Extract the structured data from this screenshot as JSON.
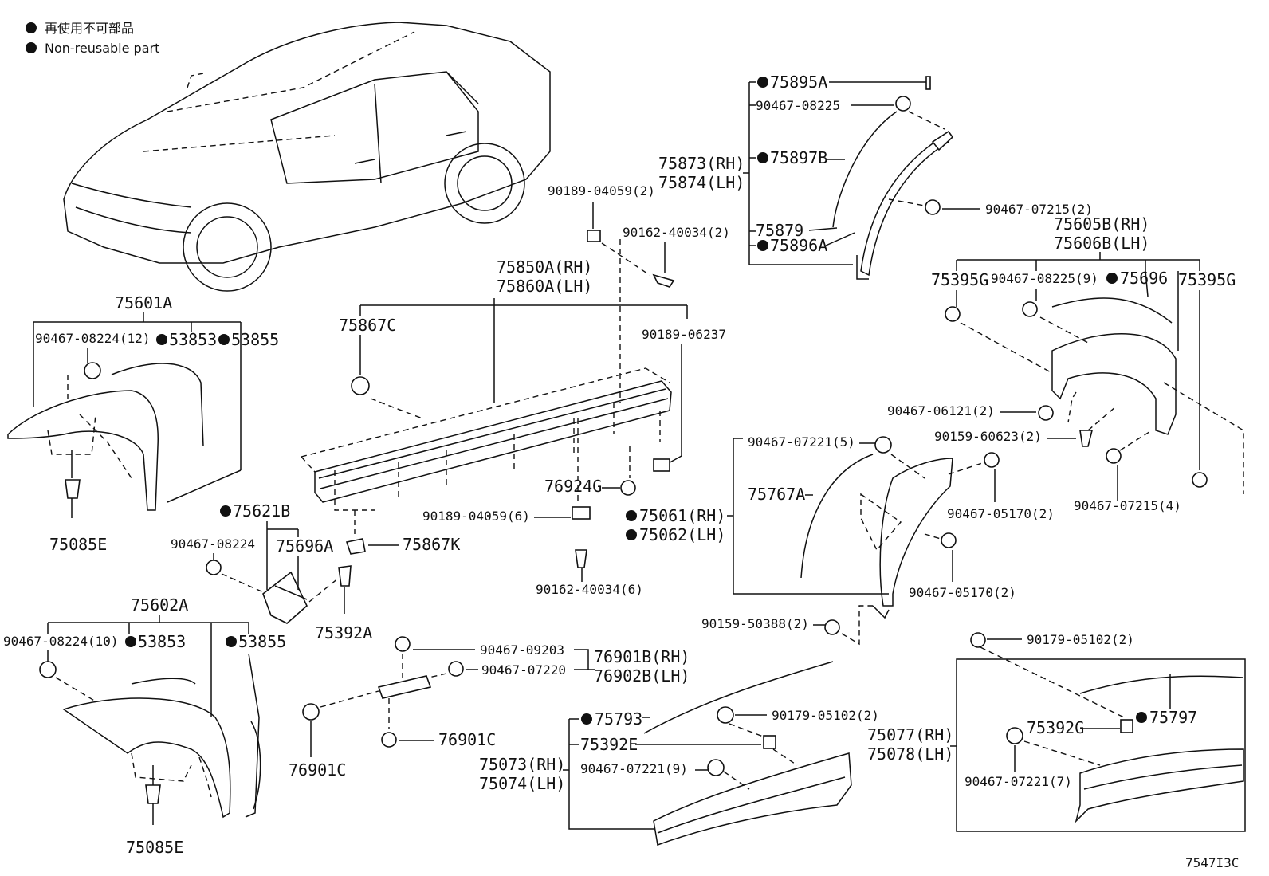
{
  "legend": {
    "jp": "再使用不可部品",
    "en": "Non-reusable part"
  },
  "figure_id": "7547I3C",
  "labels": {
    "l75895A": "75895A",
    "l90467_08225": "90467-08225",
    "l75873": "75873(RH)",
    "l75874": "75874(LH)",
    "l75897B": "75897B",
    "l75879": "75879",
    "l75896A": "75896A",
    "l90467_07215_2": "90467-07215(2)",
    "l75605B": "75605B(RH)",
    "l75606B": "75606B(LH)",
    "l75395G_a": "75395G",
    "l90467_08225_9": "90467-08225(9)",
    "l75696": "75696",
    "l75395G_b": "75395G",
    "l90189_04059_2": "90189-04059(2)",
    "l90162_40034_2": "90162-40034(2)",
    "l75850A": "75850A(RH)",
    "l75860A": "75860A(LH)",
    "l75867C": "75867C",
    "l90189_06237": "90189-06237",
    "l75601A": "75601A",
    "l90467_08224_12": "90467-08224(12)",
    "l53853_a": "53853",
    "l53855_a": "53855",
    "l75085E_a": "75085E",
    "l90467_06121_2": "90467-06121(2)",
    "l90159_60623_2": "90159-60623(2)",
    "l90467_07221_5": "90467-07221(5)",
    "l75767A": "75767A",
    "l90467_05170_a": "90467-05170(2)",
    "l90467_07215_4": "90467-07215(4)",
    "l90467_05170_b": "90467-05170(2)",
    "l76924G": "76924G",
    "l90189_04059_6": "90189-04059(6)",
    "l75061": "75061(RH)",
    "l75062": "75062(LH)",
    "l75621B": "75621B",
    "l90467_08224": "90467-08224",
    "l75696A": "75696A",
    "l75867K": "75867K",
    "l75392A": "75392A",
    "l90162_40034_6": "90162-40034(6)",
    "l90159_50388_2": "90159-50388(2)",
    "l75602A": "75602A",
    "l90467_08224_10": "90467-08224(10)",
    "l53853_b": "53853",
    "l53855_b": "53855",
    "l75085E_b": "75085E",
    "l90467_09203": "90467-09203",
    "l90467_07220": "90467-07220",
    "l76901B": "76901B(RH)",
    "l76902B": "76902B(LH)",
    "l76901C_a": "76901C",
    "l76901C_b": "76901C",
    "l75793": "75793",
    "l90179_05102_a": "90179-05102(2)",
    "l75392E": "75392E",
    "l75073": "75073(RH)",
    "l75074": "75074(LH)",
    "l90467_07221_9": "90467-07221(9)",
    "l90179_05102_b": "90179-05102(2)",
    "l75797": "75797",
    "l75392G": "75392G",
    "l75077": "75077(RH)",
    "l75078": "75078(LH)",
    "l90467_07221_7": "90467-07221(7)"
  }
}
